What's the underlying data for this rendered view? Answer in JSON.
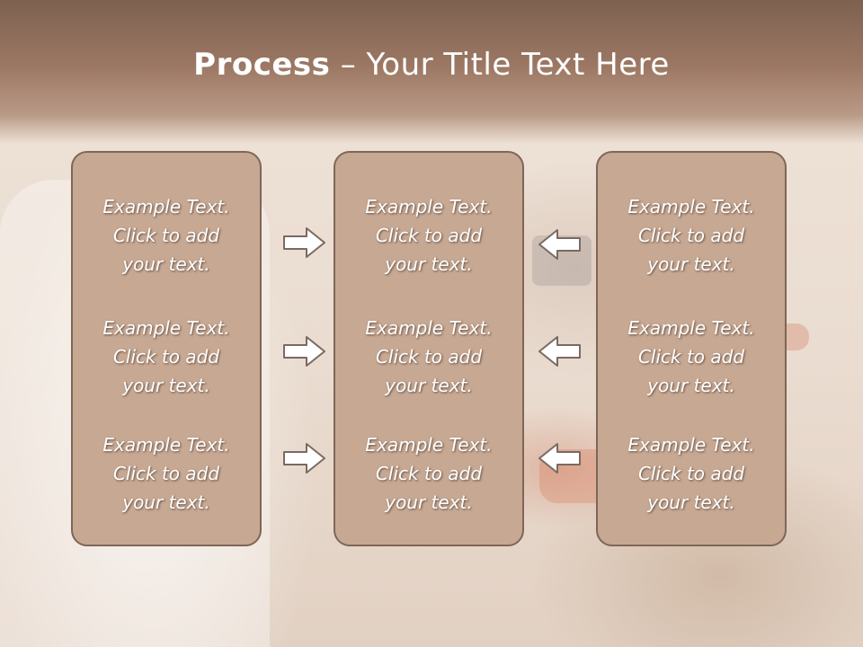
{
  "slide": {
    "title_bold": "Process",
    "title_sep": " – ",
    "title_rest": "Your Title Text Here"
  },
  "panels": [
    {
      "blocks": [
        {
          "line1": "Example Text.",
          "line2": "Click  to add",
          "line3": "your text."
        },
        {
          "line1": "Example Text.",
          "line2": "Click  to add",
          "line3": "your text."
        },
        {
          "line1": "Example Text.",
          "line2": "Click  to add",
          "line3": "your text."
        }
      ]
    },
    {
      "blocks": [
        {
          "line1": "Example Text.",
          "line2": "Click  to add",
          "line3": "your text."
        },
        {
          "line1": "Example Text.",
          "line2": "Click  to add",
          "line3": "your text."
        },
        {
          "line1": "Example Text.",
          "line2": "Click  to add",
          "line3": "your text."
        }
      ]
    },
    {
      "blocks": [
        {
          "line1": "Example Text.",
          "line2": "Click  to add",
          "line3": "your text."
        },
        {
          "line1": "Example Text.",
          "line2": "Click  to add",
          "line3": "your text."
        },
        {
          "line1": "Example Text.",
          "line2": "Click  to add",
          "line3": "your text."
        }
      ]
    }
  ],
  "arrows": {
    "left_column_direction": "right",
    "right_column_direction": "left",
    "fill_color": "#ffffff",
    "stroke_color": "#7a6a62"
  },
  "colors": {
    "header": "#8a6a57",
    "panel_fill": "#c6a893",
    "panel_border": "#7f6656"
  }
}
